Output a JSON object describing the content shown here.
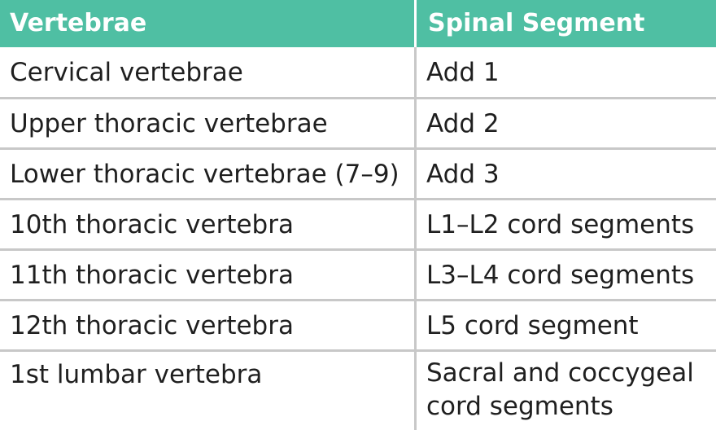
{
  "headers": {
    "col1": "Vertebrae",
    "col2": "Spinal Segment"
  },
  "rows": [
    {
      "vertebrae": "Cervical vertebrae",
      "segment": "Add 1"
    },
    {
      "vertebrae": "Upper thoracic vertebrae",
      "segment": "Add 2"
    },
    {
      "vertebrae": "Lower thoracic vertebrae (7–9)",
      "segment": "Add 3"
    },
    {
      "vertebrae": "10th thoracic vertebra",
      "segment": "L1–L2 cord segments"
    },
    {
      "vertebrae": "11th thoracic vertebra",
      "segment": "L3–L4 cord segments"
    },
    {
      "vertebrae": "12th thoracic vertebra",
      "segment": "L5 cord segment"
    },
    {
      "vertebrae": "1st lumbar vertebra",
      "segment": "Sacral and coccygeal cord segments"
    }
  ],
  "colors": {
    "header_bg": "#4fbfa3",
    "header_text": "#ffffff",
    "grid": "#c8c8c8",
    "body_text": "#1f1f1f"
  }
}
